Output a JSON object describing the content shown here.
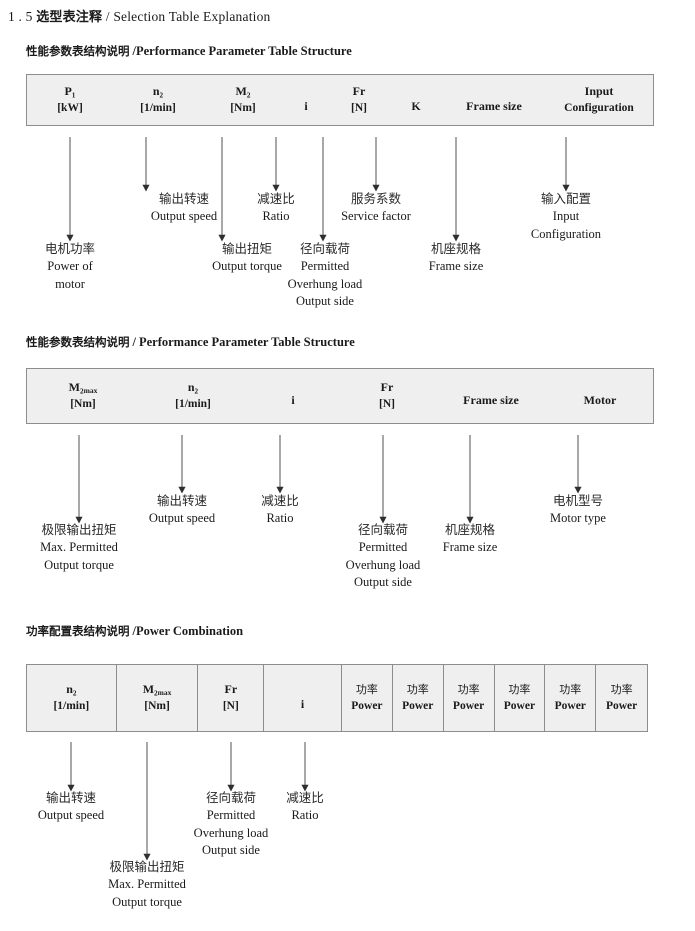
{
  "page": {
    "title_number": "1 . 5",
    "title_cn": "选型表注释",
    "title_sep": "/",
    "title_en": "Selection Table Explanation"
  },
  "sections": [
    {
      "heading_cn": "性能参数表结构说明",
      "heading_sep": "/",
      "heading_en": "Performance Parameter Table Structure",
      "table": {
        "bordered_cells": false,
        "columns": [
          {
            "line1": "P₁",
            "line2": "[kW]"
          },
          {
            "line1": "n₂",
            "line2": "[1/min]"
          },
          {
            "line1": "M₂",
            "line2": "[Nm]"
          },
          {
            "line1": "i",
            "line2": ""
          },
          {
            "line1": "Fr",
            "line2": "[N]"
          },
          {
            "line1": "K",
            "line2": ""
          },
          {
            "line1": "Frame size",
            "line2": ""
          },
          {
            "line1": "Input",
            "line2": "Configuration"
          }
        ]
      },
      "annotations": [
        {
          "cn": "电机功率",
          "en": [
            "Power of",
            "motor"
          ]
        },
        {
          "cn": "输出转速",
          "en": [
            "Output speed"
          ]
        },
        {
          "cn": "输出扭矩",
          "en": [
            "Output torque"
          ]
        },
        {
          "cn": "减速比",
          "en": [
            "Ratio"
          ]
        },
        {
          "cn": "径向载荷",
          "en": [
            "Permitted",
            "Overhung load",
            "Output side"
          ]
        },
        {
          "cn": "服务系数",
          "en": [
            "Service factor"
          ]
        },
        {
          "cn": "机座规格",
          "en": [
            "Frame size"
          ]
        },
        {
          "cn": "输入配置",
          "en": [
            "Input",
            "Configuration"
          ]
        }
      ]
    },
    {
      "heading_cn": "性能参数表结构说明",
      "heading_sep": "/",
      "heading_en": "Performance Parameter Table Structure",
      "table": {
        "bordered_cells": false,
        "columns": [
          {
            "line1": "M₂max",
            "line2": "[Nm]"
          },
          {
            "line1": "n₂",
            "line2": "[1/min]"
          },
          {
            "line1": "i",
            "line2": ""
          },
          {
            "line1": "Fr",
            "line2": "[N]"
          },
          {
            "line1": "Frame size",
            "line2": ""
          },
          {
            "line1": "Motor",
            "line2": ""
          }
        ]
      },
      "annotations": [
        {
          "cn": "极限输出扭矩",
          "en": [
            "Max. Permitted",
            "Output  torque"
          ]
        },
        {
          "cn": "输出转速",
          "en": [
            "Output speed"
          ]
        },
        {
          "cn": "减速比",
          "en": [
            "Ratio"
          ]
        },
        {
          "cn": "径向载荷",
          "en": [
            "Permitted",
            "Overhung load",
            "Output side"
          ]
        },
        {
          "cn": "机座规格",
          "en": [
            "Frame size"
          ]
        },
        {
          "cn": "电机型号",
          "en": [
            "Motor type"
          ]
        }
      ]
    },
    {
      "heading_cn": "功率配置表结构说明",
      "heading_sep": "/",
      "heading_en": "Power Combination",
      "table": {
        "bordered_cells": true,
        "columns": [
          {
            "line1": "n₂",
            "line2": "[1/min]"
          },
          {
            "line1": "M₂max",
            "line2": "[Nm]"
          },
          {
            "line1": "Fr",
            "line2": "[N]"
          },
          {
            "line1": "i",
            "line2": ""
          },
          {
            "line1": "功率",
            "line2": "Power"
          },
          {
            "line1": "功率",
            "line2": "Power"
          },
          {
            "line1": "功率",
            "line2": "Power"
          },
          {
            "line1": "功率",
            "line2": "Power"
          },
          {
            "line1": "功率",
            "line2": "Power"
          },
          {
            "line1": "功率",
            "line2": "Power"
          }
        ]
      },
      "annotations": [
        {
          "cn": "输出转速",
          "en": [
            "Output speed"
          ]
        },
        {
          "cn": "极限输出扭矩",
          "en": [
            "Max. Permitted",
            "Output  torque"
          ]
        },
        {
          "cn": "径向载荷",
          "en": [
            "Permitted",
            "Overhung load",
            "Output side"
          ]
        },
        {
          "cn": "减速比",
          "en": [
            "Ratio"
          ]
        }
      ]
    }
  ],
  "colors": {
    "table_fill": "#efefef",
    "table_border": "#8d8d8d",
    "arrow": "#3a3a3a",
    "text": "#1a1a1a"
  }
}
